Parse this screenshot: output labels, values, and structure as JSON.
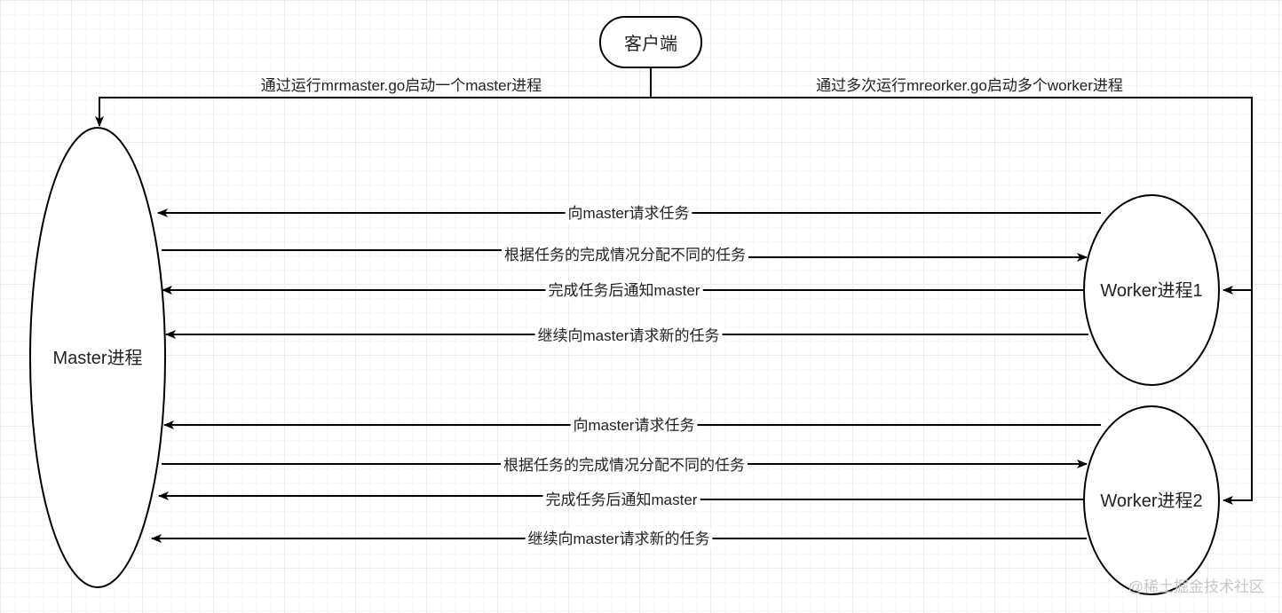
{
  "colors": {
    "stroke": "#000000",
    "node_fill": "#ffffff",
    "text": "#222222",
    "watermark": "#c8c8c8",
    "grid_major": "#eeeeee",
    "grid_minor": "#f8f8f8"
  },
  "nodes": {
    "client": "客户端",
    "master": "Master进程",
    "worker1": "Worker进程1",
    "worker2": "Worker进程2"
  },
  "launch": {
    "master": "通过运行mrmaster.go启动一个master进程",
    "workers": "通过多次运行mreorker.go启动多个worker进程"
  },
  "worker1_messages": {
    "request_task": "向master请求任务",
    "assign_task": "根据任务的完成情况分配不同的任务",
    "notify_done": "完成任务后通知master",
    "request_new_task": "继续向master请求新的任务"
  },
  "worker2_messages": {
    "request_task": "向master请求任务",
    "assign_task": "根据任务的完成情况分配不同的任务",
    "notify_done": "完成任务后通知master",
    "request_new_task": "继续向master请求新的任务"
  },
  "watermark": "@稀土掘金技术社区"
}
